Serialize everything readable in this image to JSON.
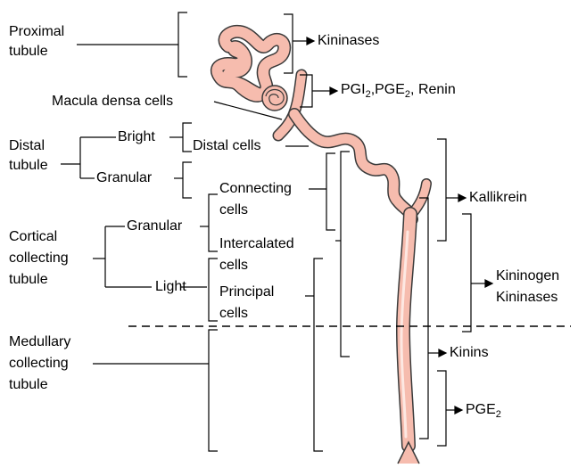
{
  "left_labels": {
    "proximal_tubule": [
      "Proximal",
      "tubule"
    ],
    "distal_tubule": [
      "Distal",
      "tubule"
    ],
    "cortical_collecting_tubule": [
      "Cortical",
      "collecting",
      "tubule"
    ],
    "medullary_collecting_tubule": [
      "Medullary",
      "collecting",
      "tubule"
    ]
  },
  "cell_types": {
    "macula_densa": "Macula densa cells",
    "bright": "Bright",
    "granular_distal": "Granular",
    "distal_cells": "Distal cells",
    "granular_cortical": "Granular",
    "light": "Light",
    "connecting_cells": [
      "Connecting",
      "cells"
    ],
    "intercalated_cells": [
      "Intercalated",
      "cells"
    ],
    "principal_cells": [
      "Principal",
      "cells"
    ]
  },
  "products": {
    "kininases_top": "Kininases",
    "pgi2_pge2_renin": {
      "a": "PGI",
      "a_sub": "2",
      "b": ",PGE",
      "b_sub": "2",
      "c": ", Renin"
    },
    "kallikrein": "Kallikrein",
    "kininogen_kininases": [
      "Kininogen",
      "Kininases"
    ],
    "kinins": "Kinins",
    "pge2": {
      "a": "PGE",
      "a_sub": "2"
    }
  },
  "colors": {
    "tubule_fill": "#f6bcae",
    "tubule_edge": "#3a3a3a",
    "tubule_highlight": "#fde8e2",
    "lines": "#000000"
  }
}
